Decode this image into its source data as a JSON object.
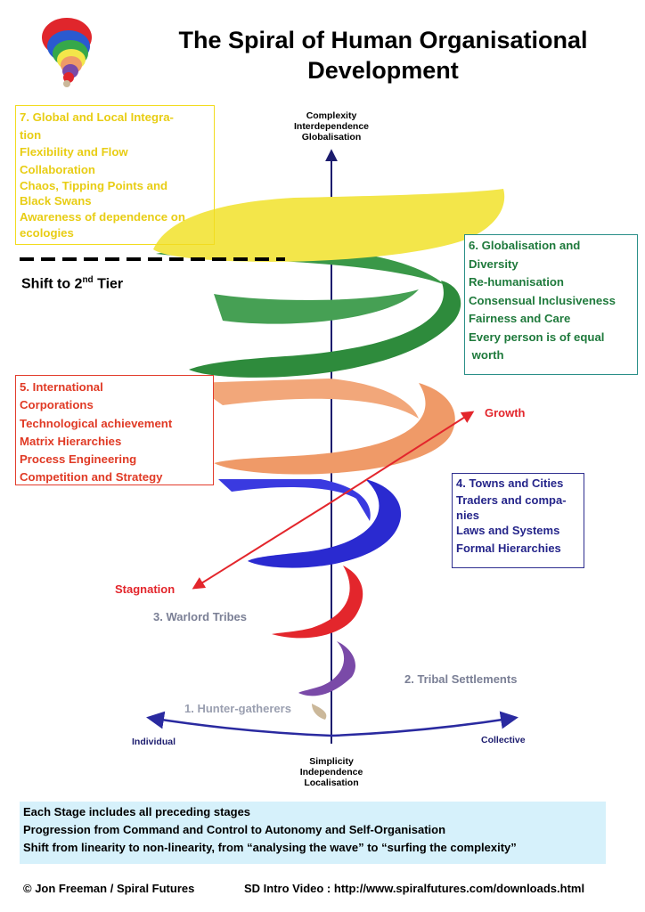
{
  "title": {
    "line1": "The Spiral of Human Organisational",
    "line2": "Development"
  },
  "axis_top": {
    "line1": "Complexity",
    "line2": "Interdependence",
    "line3": "Globalisation"
  },
  "axis_bottom": {
    "line1": "Simplicity",
    "line2": "Independence",
    "line3": "Localisation"
  },
  "axis_left_label": "Individual",
  "axis_right_label": "Collective",
  "shift_label": {
    "text": "Shift to 2",
    "sup": "nd",
    "tail": " Tier"
  },
  "growth_label": "Growth",
  "stagnation_label": "Stagnation",
  "stage1_label": "1. Hunter-gatherers",
  "stage2_label": "2. Tribal Settlements",
  "stage3_label": "3. Warlord Tribes",
  "stage4_box": {
    "lines": [
      "4. Towns and Cities",
      "Traders and compa-",
      "nies",
      "Laws and Systems",
      "Formal Hierarchies"
    ]
  },
  "stage5_box": {
    "lines": [
      "5. International",
      "Corporations",
      "Technological achievement",
      "Matrix Hierarchies",
      "Process Engineering",
      "Competition and Strategy"
    ]
  },
  "stage6_box": {
    "lines": [
      "6. Globalisation and",
      "Diversity",
      "Re-humanisation",
      "Consensual  Inclusiveness",
      "Fairness and Care",
      "Every person is of equal",
      " worth"
    ]
  },
  "stage7_box": {
    "lines": [
      "7.  Global and Local Integra-",
      "tion",
      "Flexibility and Flow",
      "Collaboration",
      "Chaos, Tipping Points and",
      "Black Swans",
      "Awareness of dependence on",
      "ecologies"
    ]
  },
  "footer": {
    "line1": "Each Stage includes all preceding stages",
    "line2": "Progression from Command and Control to Autonomy and Self-Organisation",
    "line3": "Shift from linearity to non-linearity, from “analysing the wave” to “surfing the complexity”"
  },
  "credits": {
    "left": "© Jon Freeman / Spiral Futures",
    "right": "SD Intro Video : http://www.spiralfutures.com/downloads.html"
  },
  "colors": {
    "yellow": "#f3e64a",
    "green": "#2e8b3c",
    "orange": "#ef9a68",
    "blue": "#2a2ad0",
    "red": "#e3262c",
    "purple": "#7a4aa8",
    "beige": "#cbb89a",
    "axis": "#1c1c6e",
    "arrow_red": "#e3262c"
  }
}
